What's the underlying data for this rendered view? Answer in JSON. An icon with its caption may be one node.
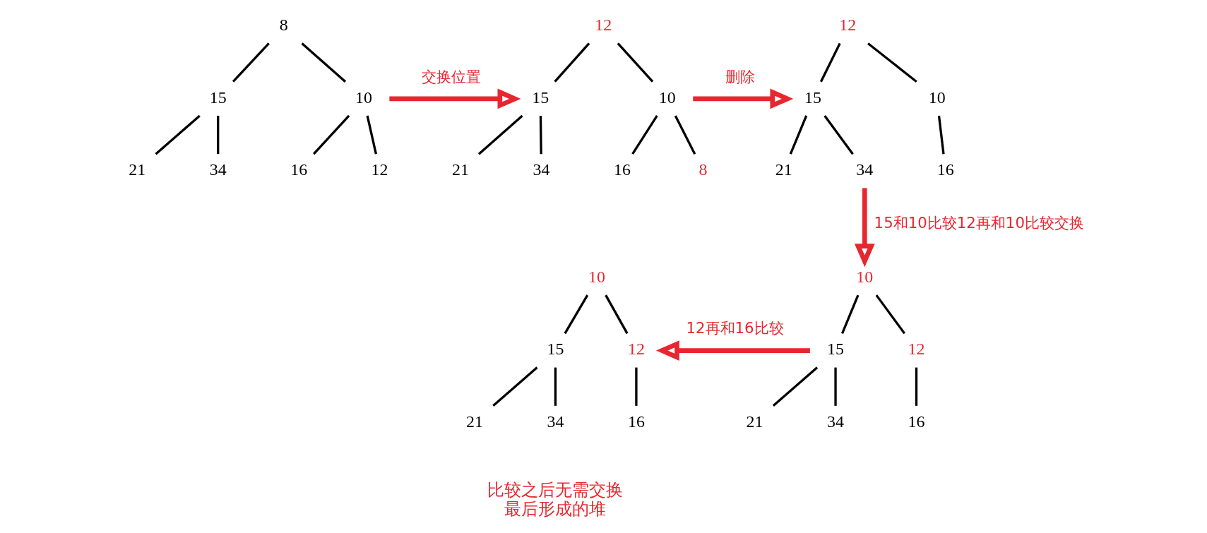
{
  "diagram": {
    "nodes": [
      {
        "text": [
          "8"
        ]
      },
      {
        "text": [
          "15"
        ]
      },
      {
        "text": [
          "10"
        ]
      },
      {
        "text": [
          "21"
        ]
      },
      {
        "text": [
          "34"
        ]
      },
      {
        "text": [
          "16"
        ]
      },
      {
        "text": [
          "12"
        ]
      },
      {
        "text": [
          "12"
        ]
      },
      {
        "text": [
          "15"
        ]
      },
      {
        "text": [
          "10"
        ]
      },
      {
        "text": [
          "21"
        ]
      },
      {
        "text": [
          "34"
        ]
      },
      {
        "text": [
          "16"
        ]
      },
      {
        "text": [
          "8"
        ]
      },
      {
        "text": [
          "12"
        ]
      },
      {
        "text": [
          "15"
        ]
      },
      {
        "text": [
          "10"
        ]
      },
      {
        "text": [
          "21"
        ]
      },
      {
        "text": [
          "34"
        ]
      },
      {
        "text": [
          "16"
        ]
      },
      {
        "text": [
          "10"
        ]
      },
      {
        "text": [
          "15"
        ]
      },
      {
        "text": [
          "12"
        ]
      },
      {
        "text": [
          "21"
        ]
      },
      {
        "text": [
          "34"
        ]
      },
      {
        "text": [
          "16"
        ]
      },
      {
        "text": [
          "10"
        ]
      },
      {
        "text": [
          "15"
        ]
      },
      {
        "text": [
          "12"
        ]
      },
      {
        "text": [
          "21"
        ]
      },
      {
        "text": [
          "34"
        ]
      },
      {
        "text": [
          "16"
        ]
      }
    ],
    "edges": [
      {
        "from": 0,
        "to": 1,
        "arrow": "none"
      },
      {
        "from": 0,
        "to": 2,
        "arrow": "none"
      },
      {
        "from": 1,
        "to": 3,
        "arrow": "none"
      },
      {
        "from": 1,
        "to": 4,
        "arrow": "none"
      },
      {
        "from": 2,
        "to": 5,
        "arrow": "none"
      },
      {
        "from": 2,
        "to": 6,
        "arrow": "none"
      },
      {
        "from": 7,
        "to": 8,
        "arrow": "none"
      },
      {
        "from": 7,
        "to": 9,
        "arrow": "none"
      },
      {
        "from": 8,
        "to": 10,
        "arrow": "none"
      },
      {
        "from": 8,
        "to": 11,
        "arrow": "none"
      },
      {
        "from": 9,
        "to": 12,
        "arrow": "none"
      },
      {
        "from": 9,
        "to": 13,
        "arrow": "none"
      },
      {
        "from": 14,
        "to": 15,
        "arrow": "none"
      },
      {
        "from": 14,
        "to": 16,
        "arrow": "none"
      },
      {
        "from": 15,
        "to": 17,
        "arrow": "none"
      },
      {
        "from": 15,
        "to": 18,
        "arrow": "none"
      },
      {
        "from": 16,
        "to": 19,
        "arrow": "none"
      },
      {
        "from": 20,
        "to": 21,
        "arrow": "none"
      },
      {
        "from": 20,
        "to": 22,
        "arrow": "none"
      },
      {
        "from": 21,
        "to": 23,
        "arrow": "none"
      },
      {
        "from": 21,
        "to": 24,
        "arrow": "none"
      },
      {
        "from": 22,
        "to": 25,
        "arrow": "none"
      },
      {
        "from": 26,
        "to": 27,
        "arrow": "none"
      },
      {
        "from": 26,
        "to": 28,
        "arrow": "none"
      },
      {
        "from": 27,
        "to": 29,
        "arrow": "none"
      },
      {
        "from": 27,
        "to": 30,
        "arrow": "none"
      },
      {
        "from": 28,
        "to": 31,
        "arrow": "none"
      },
      {
        "from": 2,
        "to": 8,
        "arrow": "to",
        "label": "交换位置",
        "style": "thick",
        "color": "#e8262f"
      },
      {
        "from": 9,
        "to": 15,
        "arrow": "to",
        "label": "删除",
        "style": "thick",
        "color": "#e8262f"
      },
      {
        "from": 18,
        "to": 20,
        "arrow": "to",
        "label": "15和10比较12再和10比较交换",
        "style": "thick",
        "color": "#e8262f"
      },
      {
        "from": 21,
        "to": 28,
        "arrow": "to",
        "label": "12再和16比较",
        "style": "thick",
        "color": "#e8262f"
      }
    ],
    "labels": [
      "比较之后无需交换最后形成的堆"
    ]
  }
}
